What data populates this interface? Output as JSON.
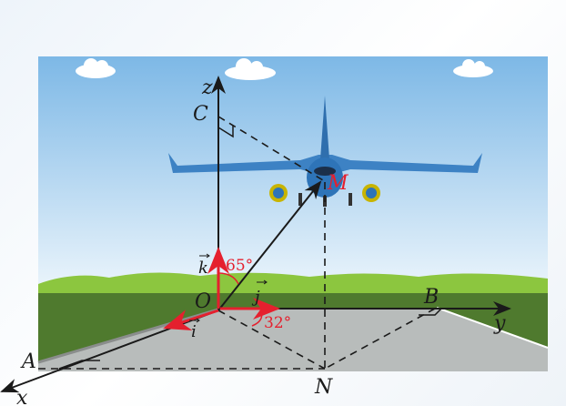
{
  "labels": {
    "z": "z",
    "y": "y",
    "x": "x",
    "C": "C",
    "M": "M",
    "O": "O",
    "A": "A",
    "B": "B",
    "N": "N",
    "k": "k",
    "j": "j",
    "i": "i"
  },
  "angles": {
    "angle_k_OM": "65°",
    "angle_j_ON": "32°"
  },
  "colors": {
    "vector_red": "#e5202e",
    "sky": "#8fc3ea",
    "grass": "#8cc63f",
    "field": "#4f7a2e",
    "road": "#b8bcbb"
  }
}
